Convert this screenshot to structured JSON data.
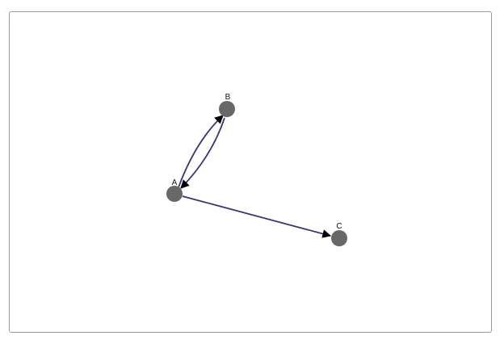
{
  "graph": {
    "nodes": [
      {
        "id": "A",
        "label": "A"
      },
      {
        "id": "B",
        "label": "B"
      },
      {
        "id": "C",
        "label": "C"
      }
    ],
    "edges": [
      {
        "from": "A",
        "to": "B"
      },
      {
        "from": "B",
        "to": "A"
      },
      {
        "from": "A",
        "to": "C"
      }
    ]
  },
  "colors": {
    "node_fill": "#686868",
    "edge_stroke": "#3a3575",
    "arrow_fill": "#000000",
    "frame_border": "#9a9a9a"
  }
}
